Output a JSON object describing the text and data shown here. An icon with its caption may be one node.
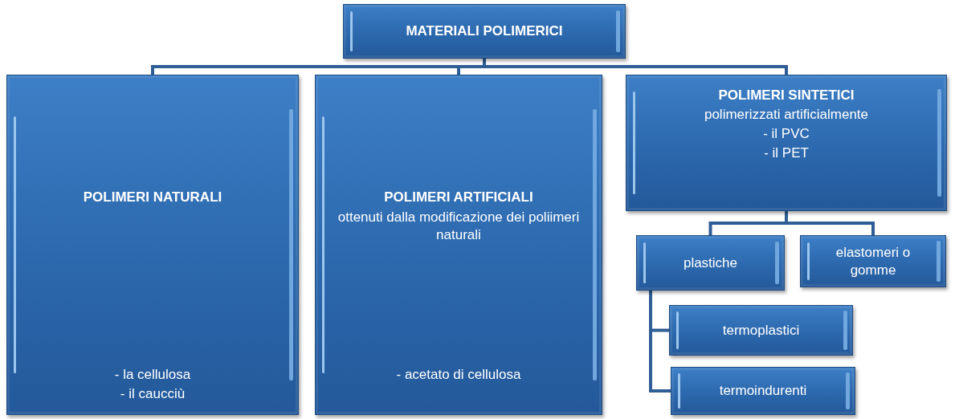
{
  "diagram": {
    "nodes": [
      {
        "text": [
          "MATERIALI POLIMERICI"
        ]
      },
      {
        "text": [
          "POLIMERI NATURALI",
          "- la cellulosa",
          "- il caucciù"
        ]
      },
      {
        "text": [
          "POLIMERI ARTIFICIALI",
          "ottenuti dalla modificazione dei poliimeri naturali",
          "- acetato di cellulosa"
        ]
      },
      {
        "text": [
          "POLIMERI SINTETICI",
          "polimerizzati artificialmente",
          "- il PVC",
          "- il PET"
        ]
      },
      {
        "text": [
          "plastiche"
        ]
      },
      {
        "text": [
          "elastomeri o gomme"
        ]
      },
      {
        "text": [
          "termoplastici"
        ]
      },
      {
        "text": [
          "termoindurenti"
        ]
      }
    ],
    "edges": [
      {
        "from": 0,
        "to": 1,
        "arrow": "none"
      },
      {
        "from": 0,
        "to": 2,
        "arrow": "none"
      },
      {
        "from": 0,
        "to": 3,
        "arrow": "none"
      },
      {
        "from": 3,
        "to": 4,
        "arrow": "none"
      },
      {
        "from": 3,
        "to": 5,
        "arrow": "none"
      },
      {
        "from": 4,
        "to": 6,
        "arrow": "none"
      },
      {
        "from": 4,
        "to": 7,
        "arrow": "none"
      }
    ]
  }
}
